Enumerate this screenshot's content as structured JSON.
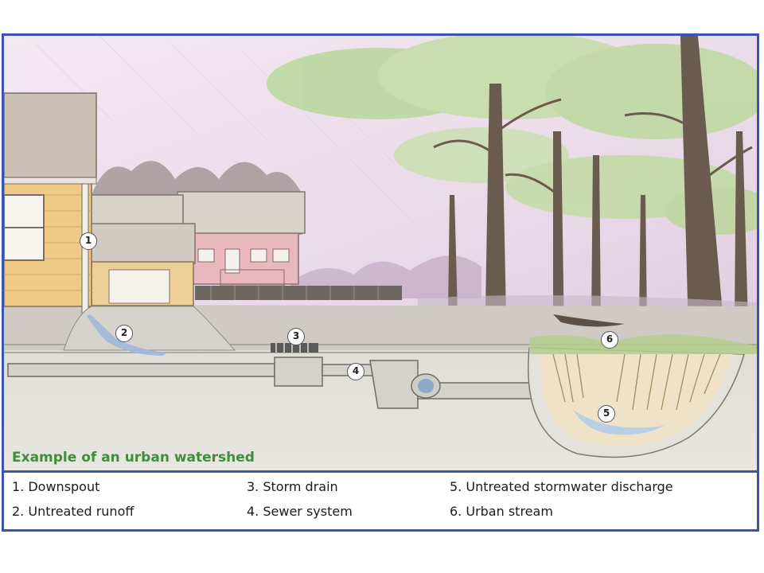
{
  "caption": "Example of an urban watershed",
  "markers": {
    "m1": "1",
    "m2": "2",
    "m3": "3",
    "m4": "4",
    "m5": "5",
    "m6": "6"
  },
  "legend": {
    "item1": "1. Downspout",
    "item2": "2. Untreated runoff",
    "item3": "3. Storm drain",
    "item4": "4. Sewer system",
    "item5": "5. Untreated stormwater discharge",
    "item6": "6. Urban stream"
  },
  "colors": {
    "border": "#3d55a8",
    "caption": "#3f8e3a"
  }
}
